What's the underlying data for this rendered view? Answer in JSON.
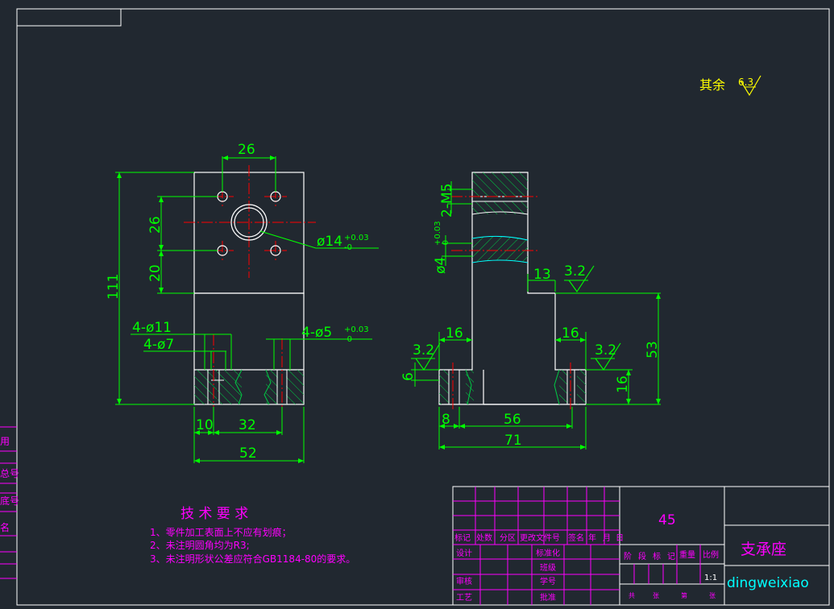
{
  "roughness_note": {
    "prefix": "其余",
    "value": "6.3"
  },
  "front_view": {
    "dim_top_holes": "26",
    "dim_vertical_holes": "26",
    "dim_lower_hole": "20",
    "dim_total_height": "111",
    "dim_center_bore": "ø14",
    "dim_center_bore_tol_upper": "+0.03",
    "dim_center_bore_tol_lower": "-0",
    "dim_cbore": "4-ø11",
    "dim_hole": "4-ø7",
    "dim_pin_hole": "4-ø5",
    "dim_pin_tol_upper": "+0.03",
    "dim_pin_tol_lower": "-0",
    "dim_offset": "10",
    "dim_spacing": "32",
    "dim_width": "52"
  },
  "side_view": {
    "dim_thread": "2-M5",
    "dim_pin_hole": "ø4",
    "dim_pin_tol_upper": "+0.03",
    "dim_pin_tol_lower": "-0",
    "dim_step": "13",
    "roughness_step": "3.2",
    "roughness_left": "3.2",
    "roughness_right": "3.2",
    "dim_left_flange": "16",
    "dim_right_flange": "16",
    "dim_flange_height": "6",
    "dim_height_53": "53",
    "dim_height_16": "16",
    "dim_offset": "8",
    "dim_inner": "56",
    "dim_total": "71"
  },
  "tech_requirements": {
    "title": "技 术 要 求",
    "items": [
      "1、零件加工表面上不应有划痕；",
      "2、未注明圆角均为R3;",
      "3、未注明形状公差应符合GB1184-80的要求。"
    ]
  },
  "left_strip": {
    "labels": [
      "用",
      "总号",
      "底号",
      "名"
    ]
  },
  "title_block": {
    "material": "45",
    "part_name": "支承座",
    "brand": "dingweixiao",
    "scale": "1:1",
    "header_row": [
      "标记",
      "处数",
      "分区",
      "更改文件号",
      "签名",
      "年",
      "月",
      "日"
    ],
    "role_design": "设计",
    "role_review": "审核",
    "role_process": "工艺",
    "std_label": "标准化",
    "class_label": "班级",
    "student_label": "学号",
    "approve_label": "批准",
    "stage_labels": [
      "阶",
      "段",
      "标",
      "记"
    ],
    "weight_label": "重量",
    "ratio_label": "比例",
    "sheet_labels": [
      "共",
      "张",
      "第",
      "张"
    ]
  },
  "colors": {
    "background": "#212830",
    "outline": "#ffffff",
    "dimension": "#00ff00",
    "center": "#ff0000",
    "hatch": "#00cc44",
    "title_grid": "#ff00ff",
    "text_yellow": "#ffff00",
    "text_magenta": "#ff00ff",
    "text_cyan": "#00ffff"
  }
}
